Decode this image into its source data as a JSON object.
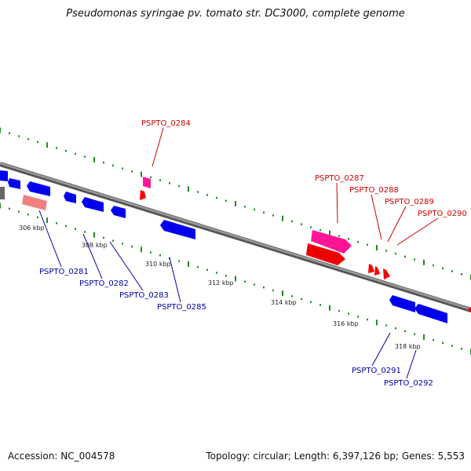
{
  "title": "Pseudomonas syringae pv. tomato str. DC3000, complete genome",
  "footer": {
    "accession": "Accession: NC_004578",
    "summary": "Topology: circular; Length: 6,397,126 bp; Genes: 5,553"
  },
  "colors": {
    "forward_gene": "#ff0000",
    "forward_gene_alt": "#ff1493",
    "reverse_gene": "#0000ff",
    "reverse_gene_alt": "#f08080",
    "backbone": "#808080",
    "tick": "#228b22",
    "label_forward": "#cc0000",
    "label_reverse": "#0000aa"
  },
  "scale_labels": [
    "306 kbp",
    "308 kbp",
    "310 kbp",
    "312 kbp",
    "314 kbp",
    "316 kbp",
    "318 kbp"
  ],
  "forward_labels": [
    "PSPTO_0284",
    "PSPTO_0287",
    "PSPTO_0288",
    "PSPTO_0289",
    "PSPTO_0290"
  ],
  "reverse_labels": [
    "PSPTO_0281",
    "PSPTO_0282",
    "PSPTO_0283",
    "PSPTO_0285",
    "PSPTO_0291",
    "PSPTO_0292"
  ]
}
